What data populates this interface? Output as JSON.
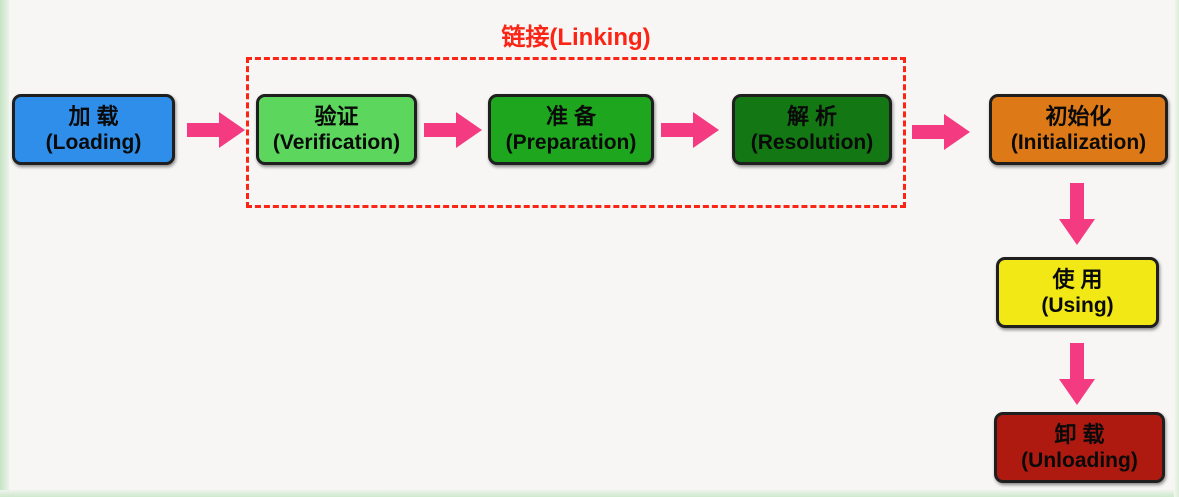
{
  "diagram": {
    "title": "链接(Linking)",
    "stages": [
      {
        "id": "loading",
        "zh": "加 载",
        "en": "(Loading)",
        "color": "#2f8ee9"
      },
      {
        "id": "verification",
        "zh": "验证",
        "en": "(Verification)",
        "color": "#5cd65c"
      },
      {
        "id": "preparation",
        "zh": "准 备",
        "en": "(Preparation)",
        "color": "#1ea71e"
      },
      {
        "id": "resolution",
        "zh": "解 析",
        "en": "(Resolution)",
        "color": "#137713"
      },
      {
        "id": "initialization",
        "zh": "初始化",
        "en": "(Initialization)",
        "color": "#dd7917"
      },
      {
        "id": "using",
        "zh": "使 用",
        "en": "(Using)",
        "color": "#f1e816"
      },
      {
        "id": "unloading",
        "zh": "卸 载",
        "en": "(Unloading)",
        "color": "#ae1a10"
      }
    ],
    "linking_group_members": [
      "verification",
      "preparation",
      "resolution"
    ],
    "colors": {
      "arrow": "#f43a80",
      "red": "#fb2516",
      "box_border": "#1f1f1f",
      "background": "#f7f6f4",
      "edge_strip": "#cfe8cd"
    }
  }
}
